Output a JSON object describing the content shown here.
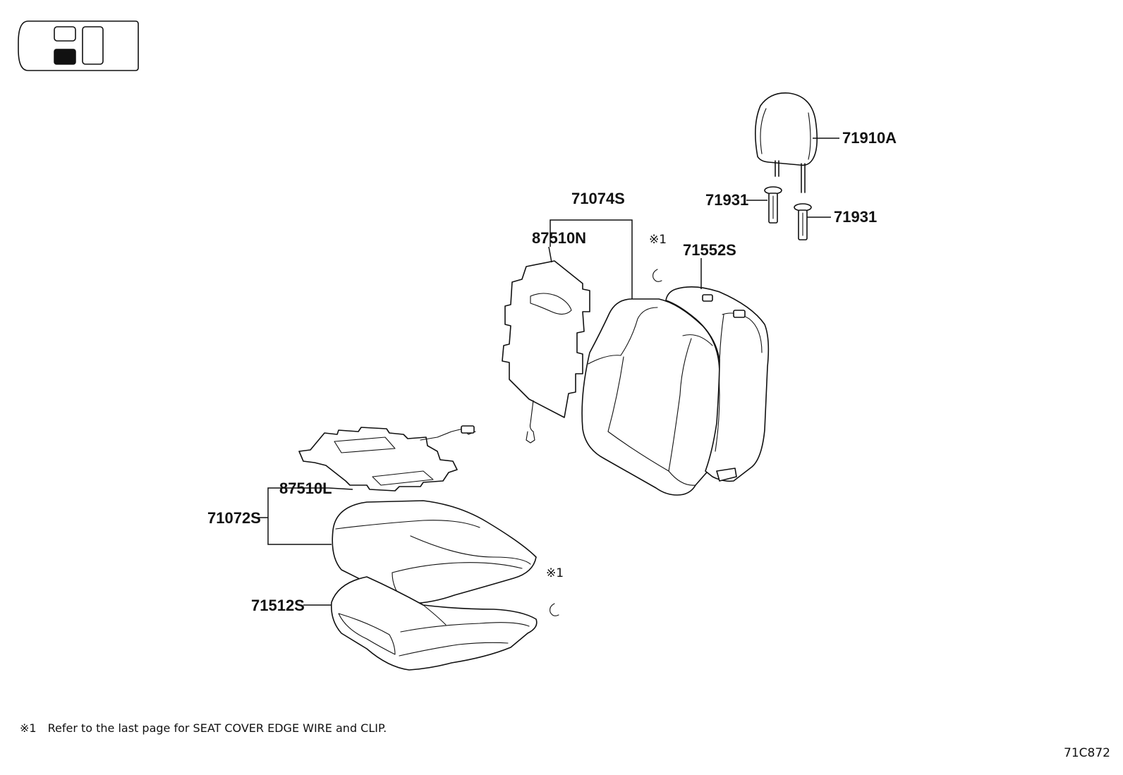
{
  "labels": {
    "headrest": "71910A",
    "support_left": "71931",
    "support_right": "71931",
    "back_cover_group": "71074S",
    "back_heater": "87510N",
    "back_pad": "71552S",
    "cushion_heater": "87510L",
    "cushion_cover_group": "71072S",
    "cushion_pad": "71512S"
  },
  "note_marks": {
    "upper": "※1",
    "lower": "※1"
  },
  "footnote": {
    "mark": "※1",
    "text": "Refer to the last page for SEAT COVER EDGE WIRE and CLIP."
  },
  "figure_code": "71C872",
  "icons": {
    "locator": "seat-position-locator-icon"
  }
}
